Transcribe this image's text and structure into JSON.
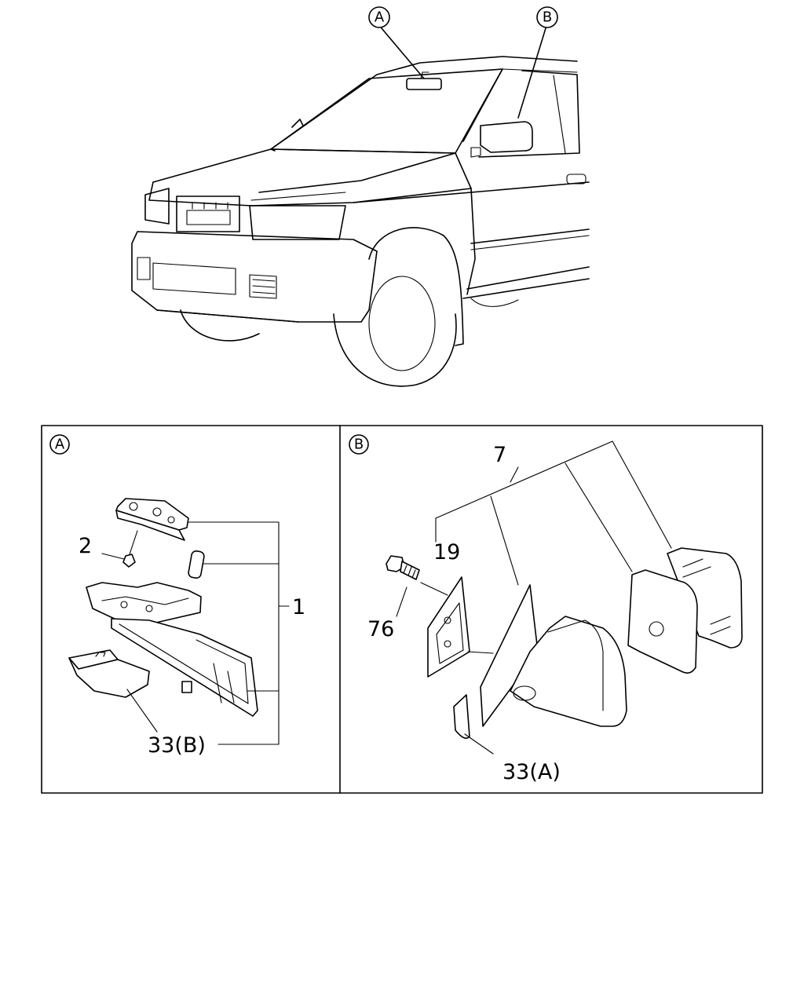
{
  "callouts": {
    "a": "A",
    "b": "B"
  },
  "panel_a": {
    "marker": "A",
    "labels": {
      "assembly": "1",
      "screw": "2",
      "cover": "33(B)"
    }
  },
  "panel_b": {
    "marker": "B",
    "labels": {
      "mirror": "7",
      "gasket": "19",
      "bolt": "76",
      "cover": "33(A)"
    }
  }
}
